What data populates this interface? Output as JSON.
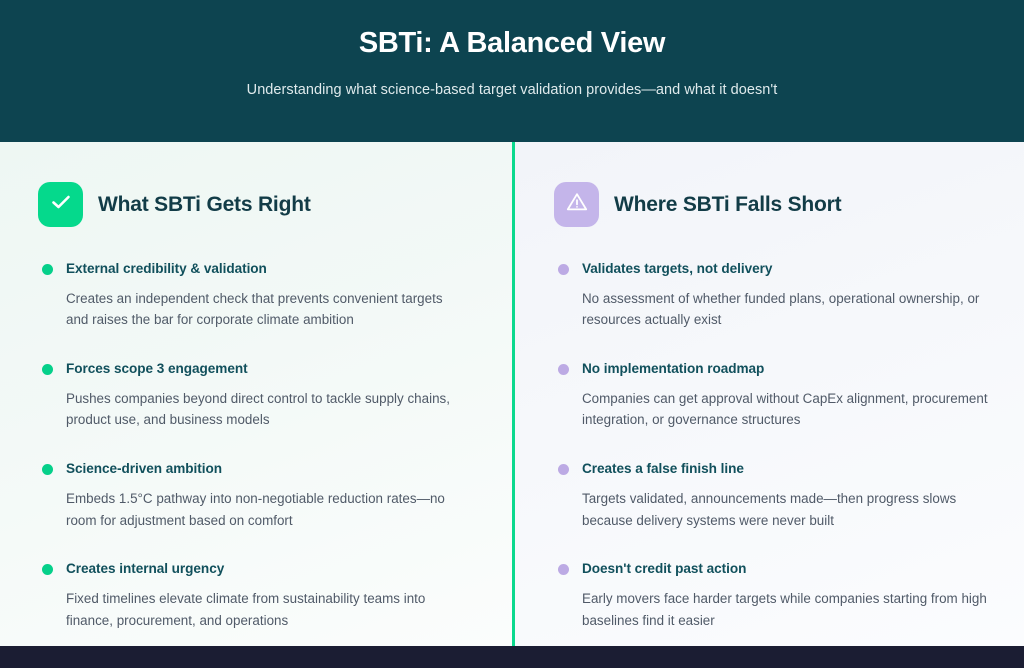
{
  "header": {
    "title": "SBTi: A Balanced View",
    "subtitle": "Understanding what science-based target validation provides—and what it doesn't",
    "background_color": "#0d4450",
    "title_color": "#ffffff",
    "subtitle_color": "#dfeaec"
  },
  "divider": {
    "color": "#0bd98e"
  },
  "footer": {
    "color": "#1b1d33"
  },
  "columns": [
    {
      "side": "left",
      "title": "What SBTi Gets Right",
      "badge_icon": "check-icon",
      "badge_color": "#05d98c",
      "bullet_color": "#05d08a",
      "items": [
        {
          "title": "External credibility & validation",
          "body": "Creates an independent check that prevents convenient targets and raises the bar for corporate climate ambition"
        },
        {
          "title": "Forces scope 3 engagement",
          "body": "Pushes companies beyond direct control to tackle supply chains, product use, and business models"
        },
        {
          "title": "Science-driven ambition",
          "body": "Embeds 1.5°C pathway into non-negotiable reduction rates—no room for adjustment based on comfort"
        },
        {
          "title": "Creates internal urgency",
          "body": "Fixed timelines elevate climate from sustainability teams into finance, procurement, and operations"
        }
      ]
    },
    {
      "side": "right",
      "title": "Where SBTi Falls Short",
      "badge_icon": "warning-triangle-icon",
      "badge_color": "#c4b5ea",
      "bullet_color": "#bcaae4",
      "items": [
        {
          "title": "Validates targets, not delivery",
          "body": "No assessment of whether funded plans, operational ownership, or resources actually exist"
        },
        {
          "title": "No implementation roadmap",
          "body": "Companies can get approval without CapEx alignment, procurement integration, or governance structures"
        },
        {
          "title": "Creates a false finish line",
          "body": "Targets validated, announcements made—then progress slows because delivery systems were never built"
        },
        {
          "title": "Doesn't credit past action",
          "body": "Early movers face harder targets while companies starting from high baselines find it easier"
        }
      ]
    }
  ]
}
